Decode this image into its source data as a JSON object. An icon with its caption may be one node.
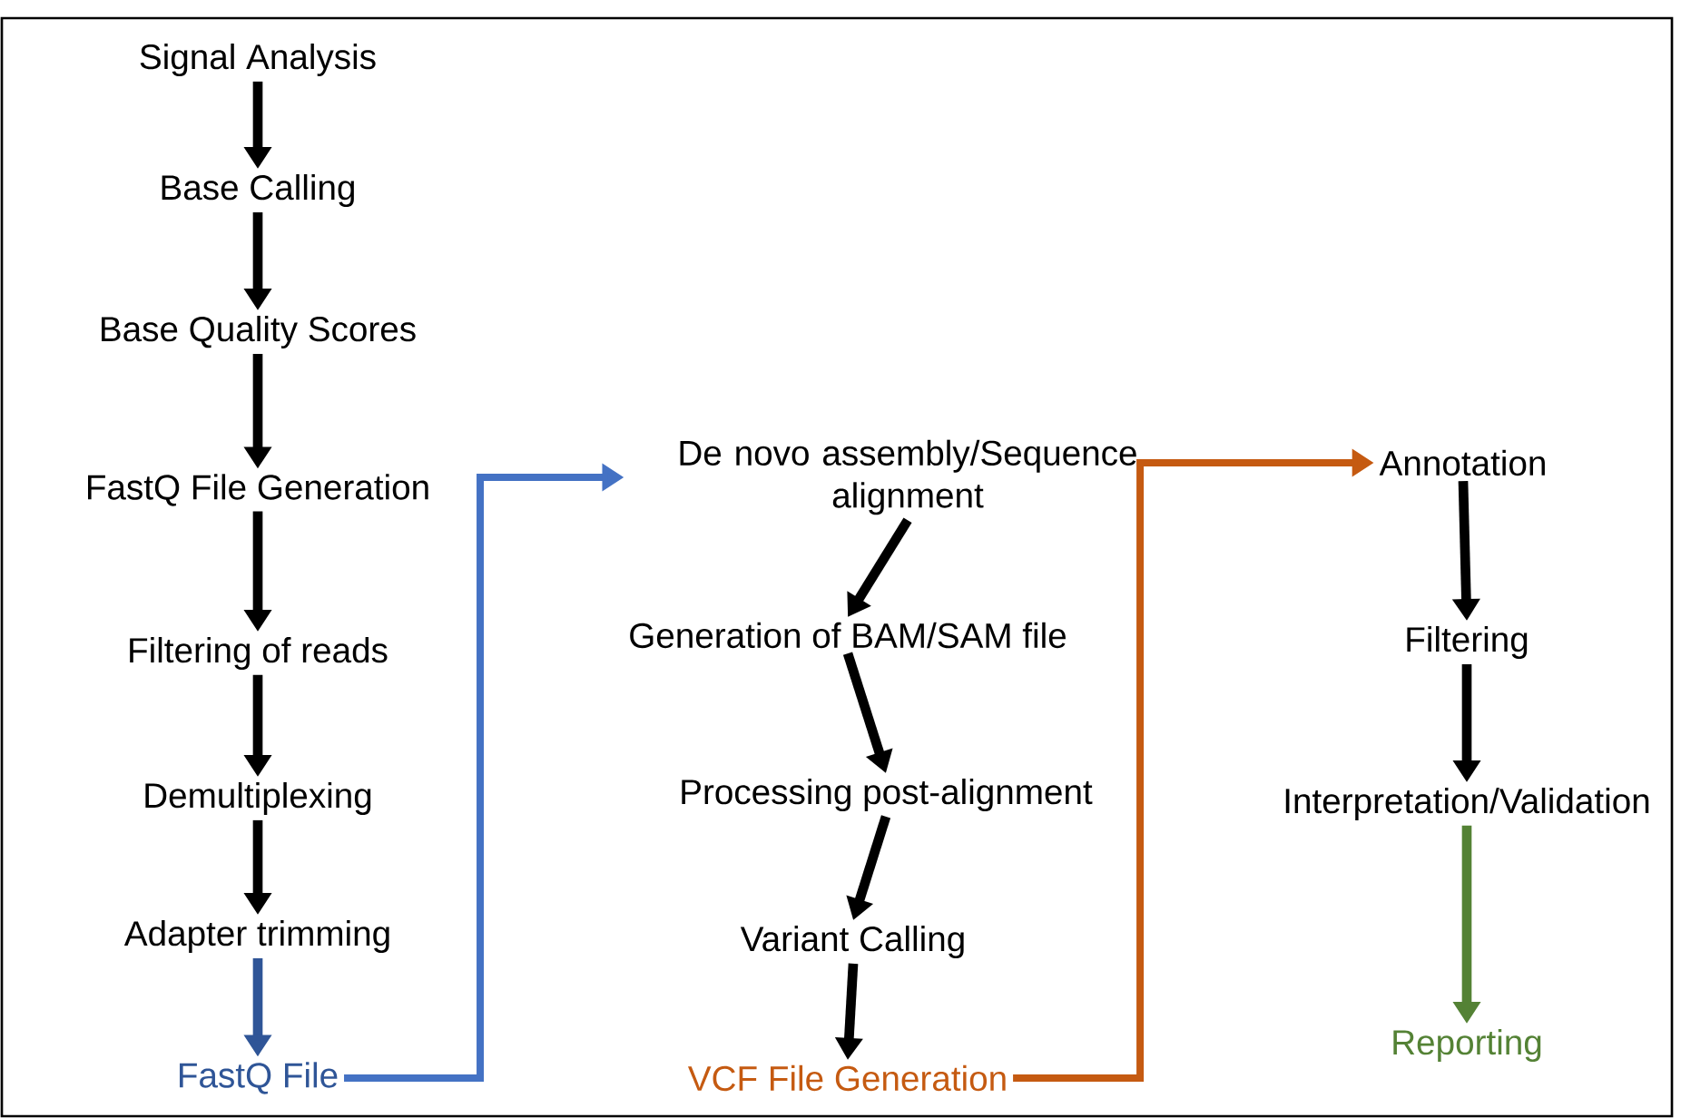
{
  "diagram": {
    "nodes": [
      {
        "text": [
          "Signal Analysis"
        ]
      },
      {
        "text": [
          "Base Calling"
        ]
      },
      {
        "text": [
          "Base Quality Scores"
        ]
      },
      {
        "text": [
          "FastQ File Generation"
        ]
      },
      {
        "text": [
          "Filtering of reads"
        ]
      },
      {
        "text": [
          "Demultiplexing"
        ]
      },
      {
        "text": [
          "Adapter trimming"
        ]
      },
      {
        "text": [
          "FastQ File"
        ]
      },
      {
        "text": [
          "De novo assembly/Sequence alignment"
        ]
      },
      {
        "text": [
          "Generation of BAM/SAM file"
        ]
      },
      {
        "text": [
          "Processing post-alignment"
        ]
      },
      {
        "text": [
          "Variant Calling"
        ]
      },
      {
        "text": [
          "VCF File Generation"
        ]
      },
      {
        "text": [
          "Annotation"
        ]
      },
      {
        "text": [
          "Filtering"
        ]
      },
      {
        "text": [
          "Interpretation/Validation"
        ]
      },
      {
        "text": [
          "Reporting"
        ]
      }
    ],
    "edges": [
      {
        "from": 0,
        "to": 1,
        "arrow": "to"
      },
      {
        "from": 1,
        "to": 2,
        "arrow": "to"
      },
      {
        "from": 2,
        "to": 3,
        "arrow": "to"
      },
      {
        "from": 3,
        "to": 4,
        "arrow": "to"
      },
      {
        "from": 4,
        "to": 5,
        "arrow": "to"
      },
      {
        "from": 5,
        "to": 6,
        "arrow": "to"
      },
      {
        "from": 6,
        "to": 7,
        "arrow": "to",
        "color": "#2f5597"
      },
      {
        "from": 7,
        "to": 8,
        "arrow": "to",
        "color": "#4472c4"
      },
      {
        "from": 8,
        "to": 9,
        "arrow": "to"
      },
      {
        "from": 9,
        "to": 10,
        "arrow": "to"
      },
      {
        "from": 10,
        "to": 11,
        "arrow": "to"
      },
      {
        "from": 11,
        "to": 12,
        "arrow": "to"
      },
      {
        "from": 12,
        "to": 13,
        "arrow": "to",
        "color": "#c55a11"
      },
      {
        "from": 13,
        "to": 14,
        "arrow": "to"
      },
      {
        "from": 14,
        "to": 15,
        "arrow": "to"
      },
      {
        "from": 15,
        "to": 16,
        "arrow": "to",
        "color": "#548235"
      }
    ]
  }
}
